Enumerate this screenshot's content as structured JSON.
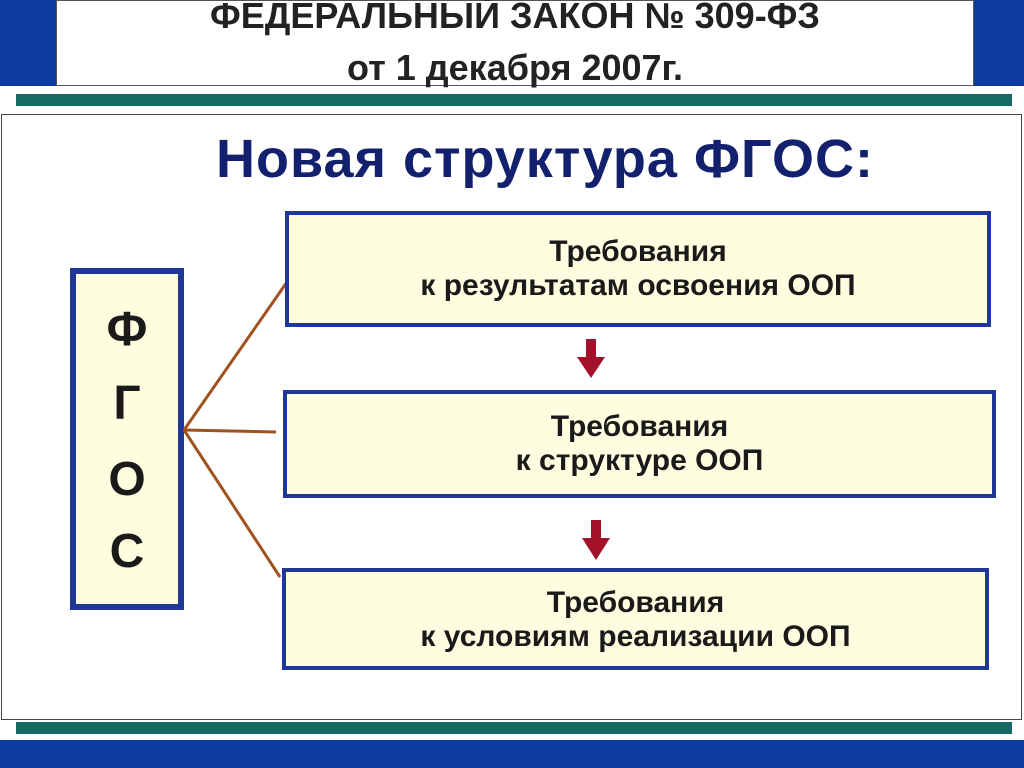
{
  "header": {
    "line1": "ФЕДЕРАЛЬНЫЙ ЗАКОН № 309-ФЗ",
    "line2": "от 1 декабря 2007г."
  },
  "slide_title": "Новая структура ФГОС:",
  "fgos_letters": [
    "Ф",
    "Г",
    "О",
    "С"
  ],
  "requirements": [
    {
      "line1": "Требования",
      "line2": "к результатам освоения ООП"
    },
    {
      "line1": "Требования",
      "line2": "к структуре ООП"
    },
    {
      "line1": "Требования",
      "line2": "к условиям реализации ООП"
    }
  ],
  "colors": {
    "navy": "#13206d",
    "box_border": "#1f3898",
    "box_fill": "#fffde0",
    "band_blue": "#0d3aa0",
    "teal": "#176a63",
    "connector": "#a0521e",
    "arrow": "#a3102a"
  }
}
